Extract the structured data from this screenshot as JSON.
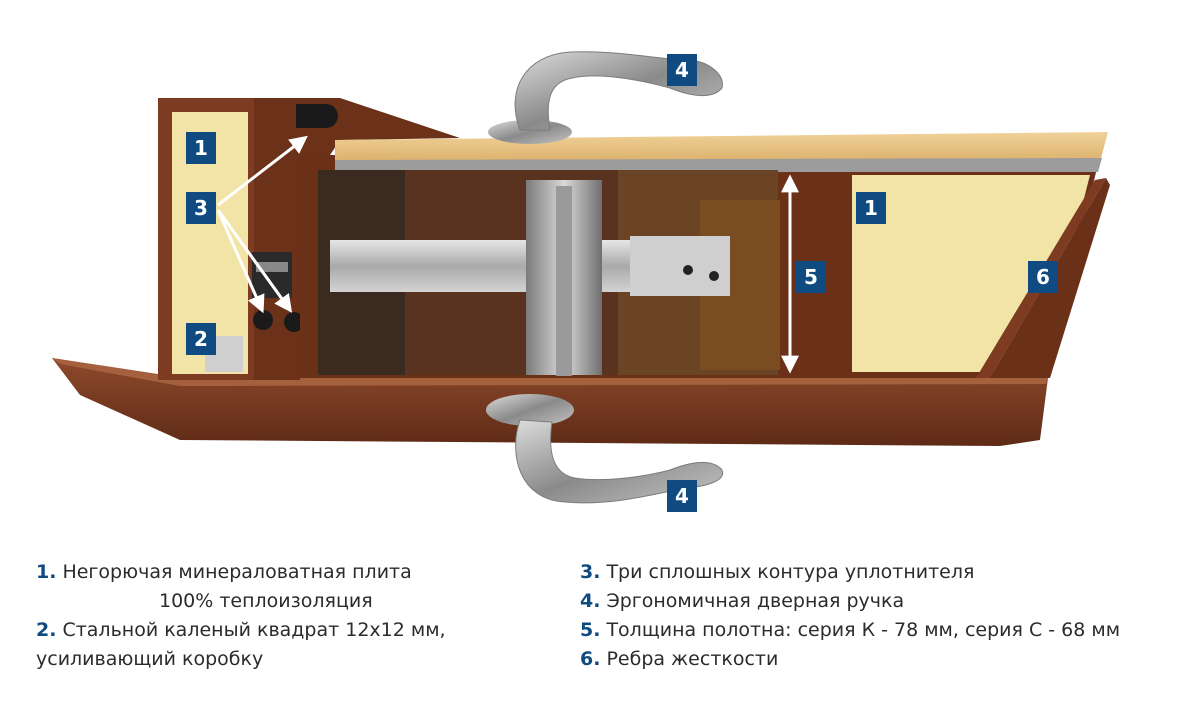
{
  "badges": {
    "b1_left": "1",
    "b3": "3",
    "b2": "2",
    "b4_top": "4",
    "b5": "5",
    "b1_right": "1",
    "b6": "6",
    "b4_bottom": "4"
  },
  "legend_left": [
    {
      "num": "1.",
      "text": "Негорючая минераловатная плита"
    },
    {
      "num": "",
      "text": "100% теплоизоляция"
    },
    {
      "num": "2.",
      "text": "Стальной каленый квадрат 12х12 мм,"
    },
    {
      "num": "",
      "text": "усиливающий коробку"
    }
  ],
  "legend_right": [
    {
      "num": "3.",
      "text": "Три сплошных контура уплотнителя"
    },
    {
      "num": "4.",
      "text": "Эргономичная дверная ручка"
    },
    {
      "num": "5.",
      "text": "Толщина полотна: серия К - 78 мм, серия С - 68 мм"
    },
    {
      "num": "6.",
      "text": "Ребра жесткости"
    }
  ],
  "colors": {
    "badge": "#0f4a80",
    "steel_brown": "#7a3a22",
    "insulation": "#f0e2a0",
    "wood_panel": "#e2bd7e",
    "metal": "#b8b8b8"
  }
}
